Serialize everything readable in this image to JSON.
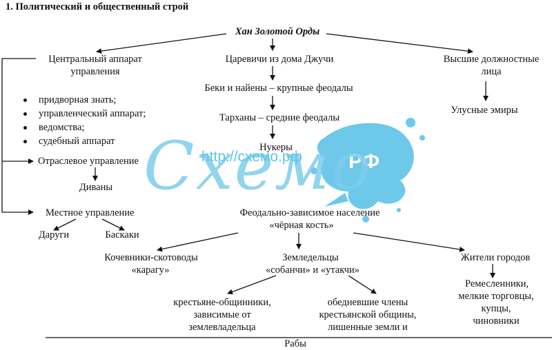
{
  "heading": "1. Политический и общественный строй",
  "khan": "Хан Золотой Орды",
  "central": {
    "line1": "Центральный аппарат",
    "line2": "управления",
    "bullets": [
      "придворная знать;",
      "управленческий аппарат;",
      "ведомства;",
      "судебный аппарат"
    ]
  },
  "middle": {
    "princes": "Царевичи из дома Джучи",
    "beks": "Беки и найены – крупные феодалы",
    "tarkhans": "Тарханы – средние феодалы",
    "nukers": "Нукеры"
  },
  "right": {
    "line1": "Высшие должностные",
    "line2": "лица",
    "emirs": "Улусные эмиры"
  },
  "branch": {
    "label": "Отраслевое управление",
    "divans": "Диваны"
  },
  "local": {
    "label": "Местное управление",
    "darugi": "Даруги",
    "baskaki": "Баскаки"
  },
  "dependent": {
    "line1": "Феодально-зависимое население",
    "line2": "«чёрная кость»"
  },
  "nomads": {
    "line1": "Кочевники-скотоводы",
    "line2": "«карагу»"
  },
  "farmers": {
    "line1": "Земледельцы",
    "line2": "«собанчи» и «утакчи»",
    "left": [
      "крестьяне-общинники,",
      "зависимые от",
      "землевладельца"
    ],
    "right": [
      "обедневшие члены",
      "крестьянской общины,",
      "лишенные земли и"
    ]
  },
  "citizens": {
    "title": "Жители городов",
    "list": [
      "Ремесленники,",
      "мелкие торговцы,",
      "купцы,",
      "чиновники"
    ]
  },
  "slaves": "Рабы",
  "watermark": {
    "url": "http://схемо.рф",
    "logo": "Схемо",
    "badge": "РФ",
    "color": "#5ec3e8"
  }
}
